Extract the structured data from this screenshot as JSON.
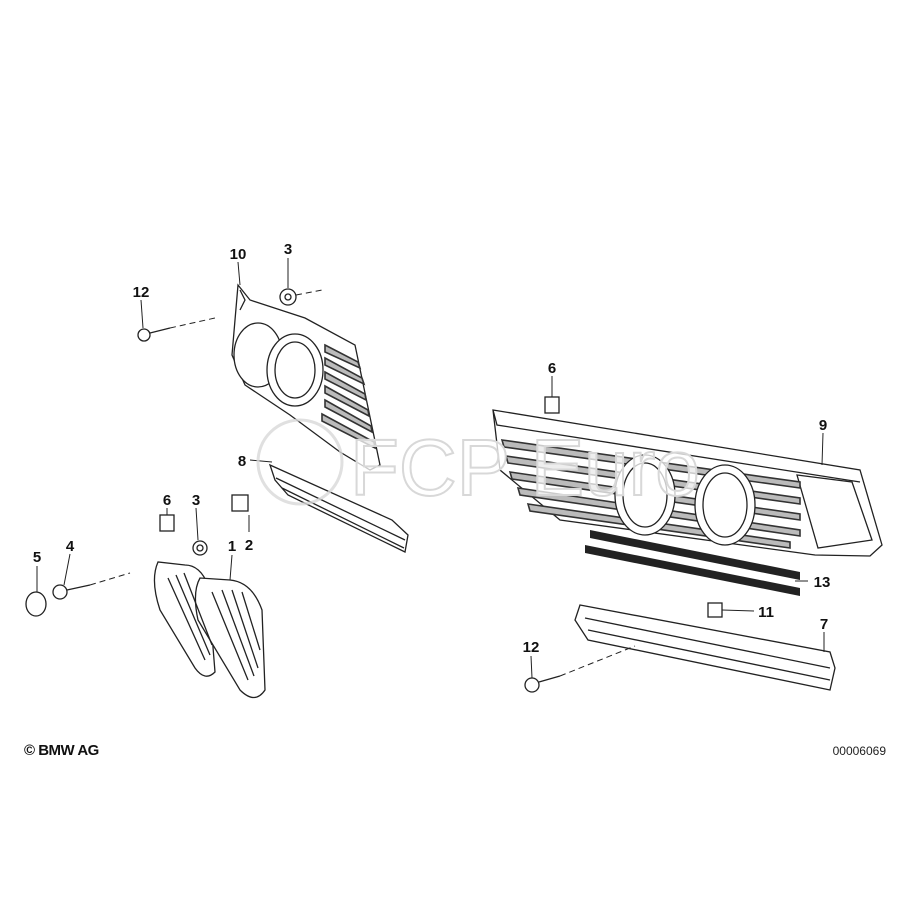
{
  "diagram": {
    "callouts": [
      "10",
      "3",
      "12",
      "6",
      "9",
      "8",
      "6",
      "3",
      "2",
      "1",
      "4",
      "5",
      "13",
      "11",
      "7",
      "12"
    ],
    "copyright": "© BMW AG",
    "diagram_code": "00006069",
    "watermark": "FCP Euro"
  }
}
